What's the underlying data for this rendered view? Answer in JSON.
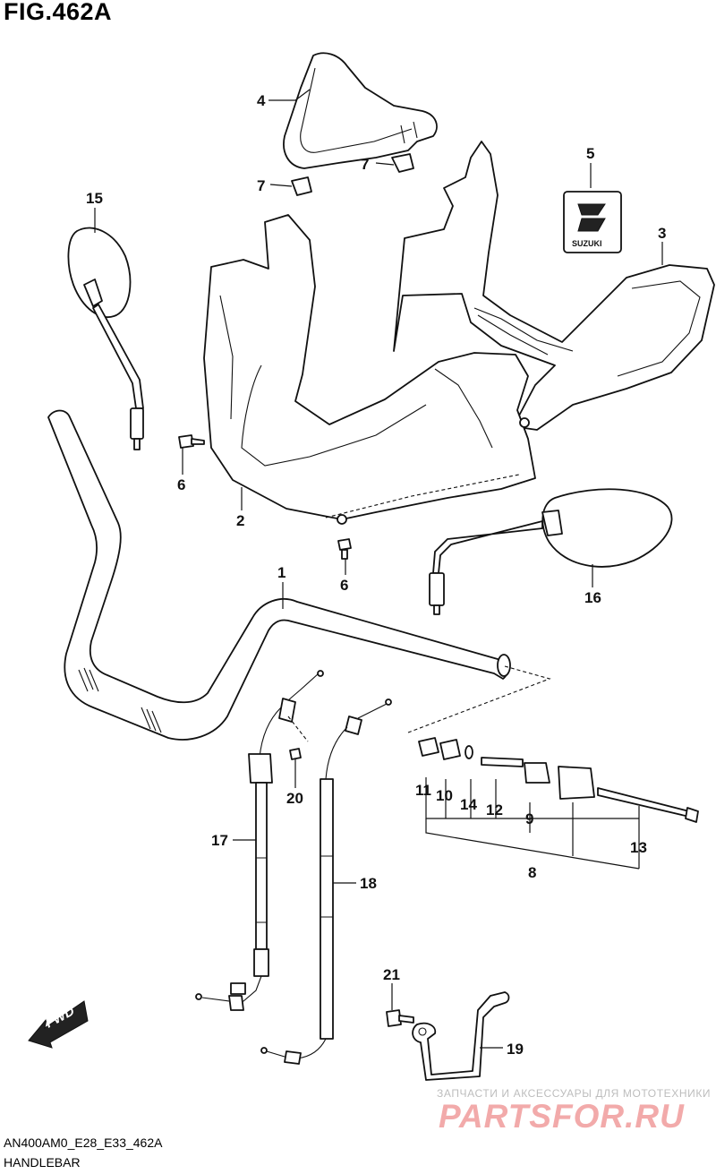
{
  "figure": {
    "title": "FIG.462A",
    "code": "AN400AM0_E28_E33_462A",
    "name": "HANDLEBAR"
  },
  "callouts": {
    "c1": "1",
    "c2": "2",
    "c3": "3",
    "c4": "4",
    "c5": "5",
    "c6a": "6",
    "c6b": "6",
    "c7a": "7",
    "c7b": "7",
    "c8": "8",
    "c9": "9",
    "c10": "10",
    "c11": "11",
    "c12": "12",
    "c13": "13",
    "c14": "14",
    "c15": "15",
    "c16": "16",
    "c17": "17",
    "c18": "18",
    "c19": "19",
    "c20": "20",
    "c21": "21"
  },
  "emblem": {
    "text": "SUZUKI"
  },
  "fwd": {
    "label": "FWD"
  },
  "watermark": {
    "tagline": "ЗАПЧАСТИ И АКСЕССУАРЫ ДЛЯ МОТОТЕХНИКИ",
    "logo": "PARTSFOR.RU"
  }
}
